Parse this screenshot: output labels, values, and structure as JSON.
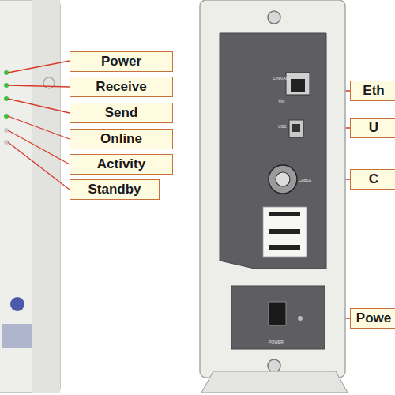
{
  "diagram": {
    "nodes": [
      {
        "text": [
          "Power"
        ]
      },
      {
        "text": [
          "Receive"
        ]
      },
      {
        "text": [
          "Send"
        ]
      },
      {
        "text": [
          "Online"
        ]
      },
      {
        "text": [
          "Activity"
        ]
      },
      {
        "text": [
          "Standby"
        ]
      },
      {
        "text": [
          "Eth"
        ]
      },
      {
        "text": [
          "U"
        ]
      },
      {
        "text": [
          "C"
        ]
      },
      {
        "text": [
          "Powe"
        ]
      }
    ],
    "labels": [
      "LINK/ACT",
      "100",
      "USB",
      "CABLE",
      "POWER"
    ]
  }
}
